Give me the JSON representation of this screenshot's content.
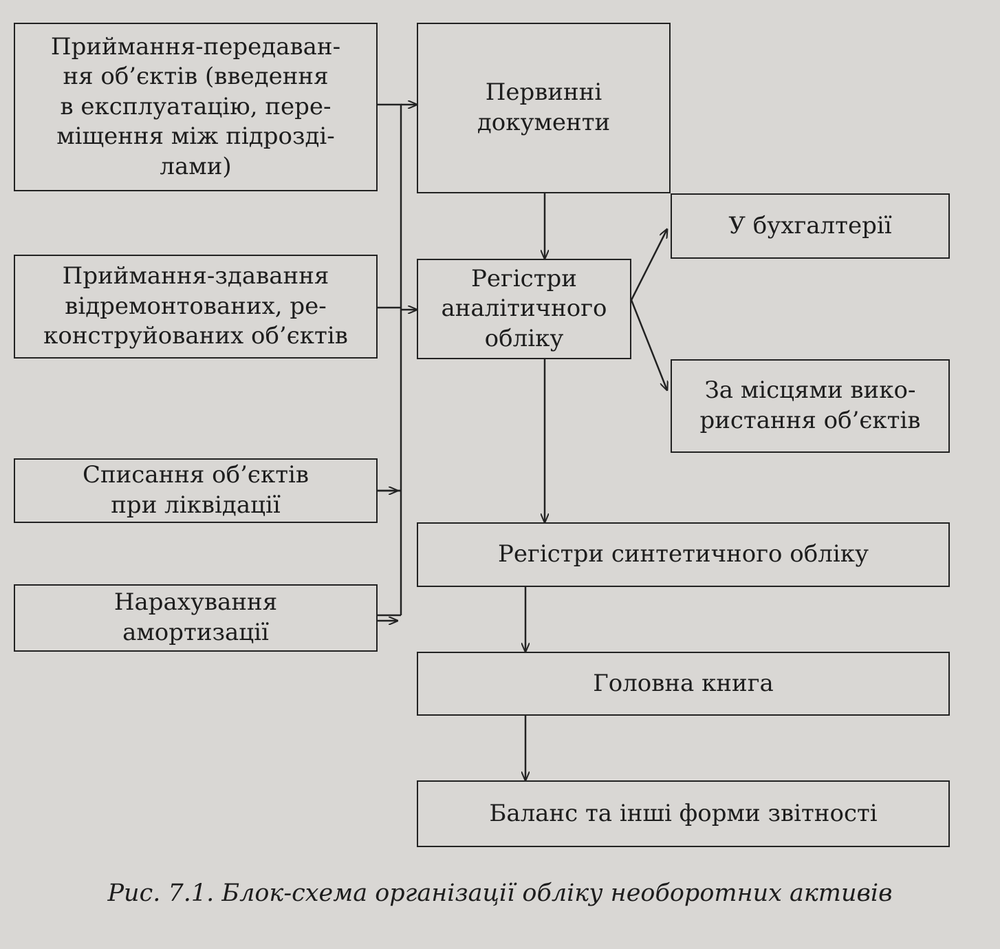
{
  "diagram": {
    "left_boxes": [
      {
        "id": "acceptance-transfer",
        "text": "Приймання-передаван-\nня об’єктів (введення\nв експлуатацію,  пере-\nміщення між підрозді-\nлами)"
      },
      {
        "id": "acceptance-repair",
        "text": "Приймання-здавання\nвідремонтованих, ре-\nконструйованих об’єктів"
      },
      {
        "id": "write-off",
        "text": "Списання об’єктів\nпри ліквідації"
      },
      {
        "id": "depreciation",
        "text": "Нарахування\nамортизації"
      }
    ],
    "center_boxes": [
      {
        "id": "primary-documents",
        "text": "Первинні\nдокументи"
      },
      {
        "id": "analytical-registers",
        "text": "Регістри\nаналітичного\nобліку"
      },
      {
        "id": "synthetic-registers",
        "text": "Регістри синтетичного обліку"
      },
      {
        "id": "general-ledger",
        "text": "Головна книга"
      },
      {
        "id": "balance",
        "text": "Баланс та інші форми звітності"
      }
    ],
    "right_boxes": [
      {
        "id": "in-accounting",
        "text": "У бухгалтерії"
      },
      {
        "id": "by-location",
        "text": "За місцями вико-\nристання об’єктів"
      }
    ],
    "caption": "Рис. 7.1. Блок-схема організації обліку необоротних активів"
  }
}
